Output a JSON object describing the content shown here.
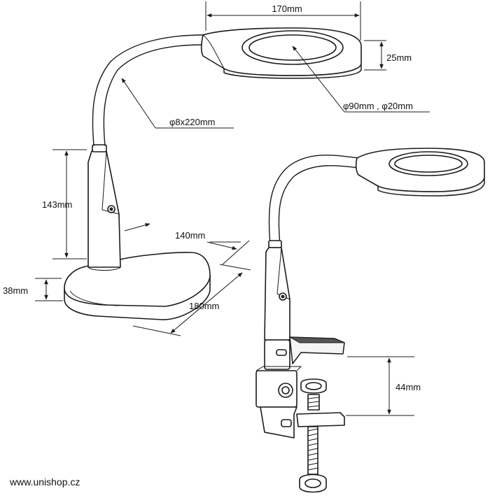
{
  "dimensions": {
    "head_width": "170mm",
    "head_height": "25mm",
    "lens": "φ90mm , φ20mm",
    "gooseneck": "φ8x220mm",
    "column_height": "143mm",
    "base_width": "140mm",
    "base_height": "38mm",
    "base_depth": "180mm",
    "clamp_opening": "44mm"
  },
  "footer": {
    "website": "www.unishop.cz"
  }
}
